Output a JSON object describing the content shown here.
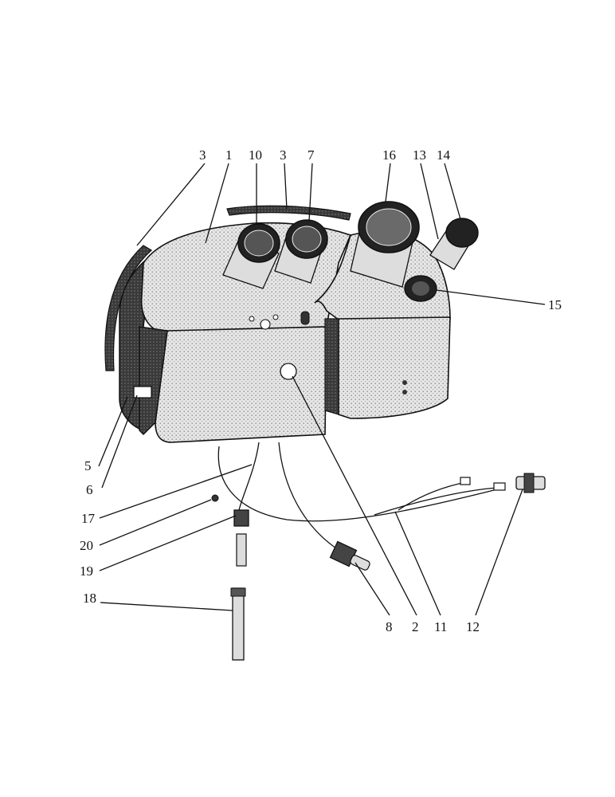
{
  "callouts": {
    "c1": "1",
    "c2": "2",
    "c3a": "3",
    "c3b": "3",
    "c5": "5",
    "c6": "6",
    "c7": "7",
    "c8": "8",
    "c10": "10",
    "c11": "11",
    "c12": "12",
    "c13": "13",
    "c14": "14",
    "c15": "15",
    "c16": "16",
    "c17": "17",
    "c18": "18",
    "c19": "19",
    "c20": "20"
  }
}
